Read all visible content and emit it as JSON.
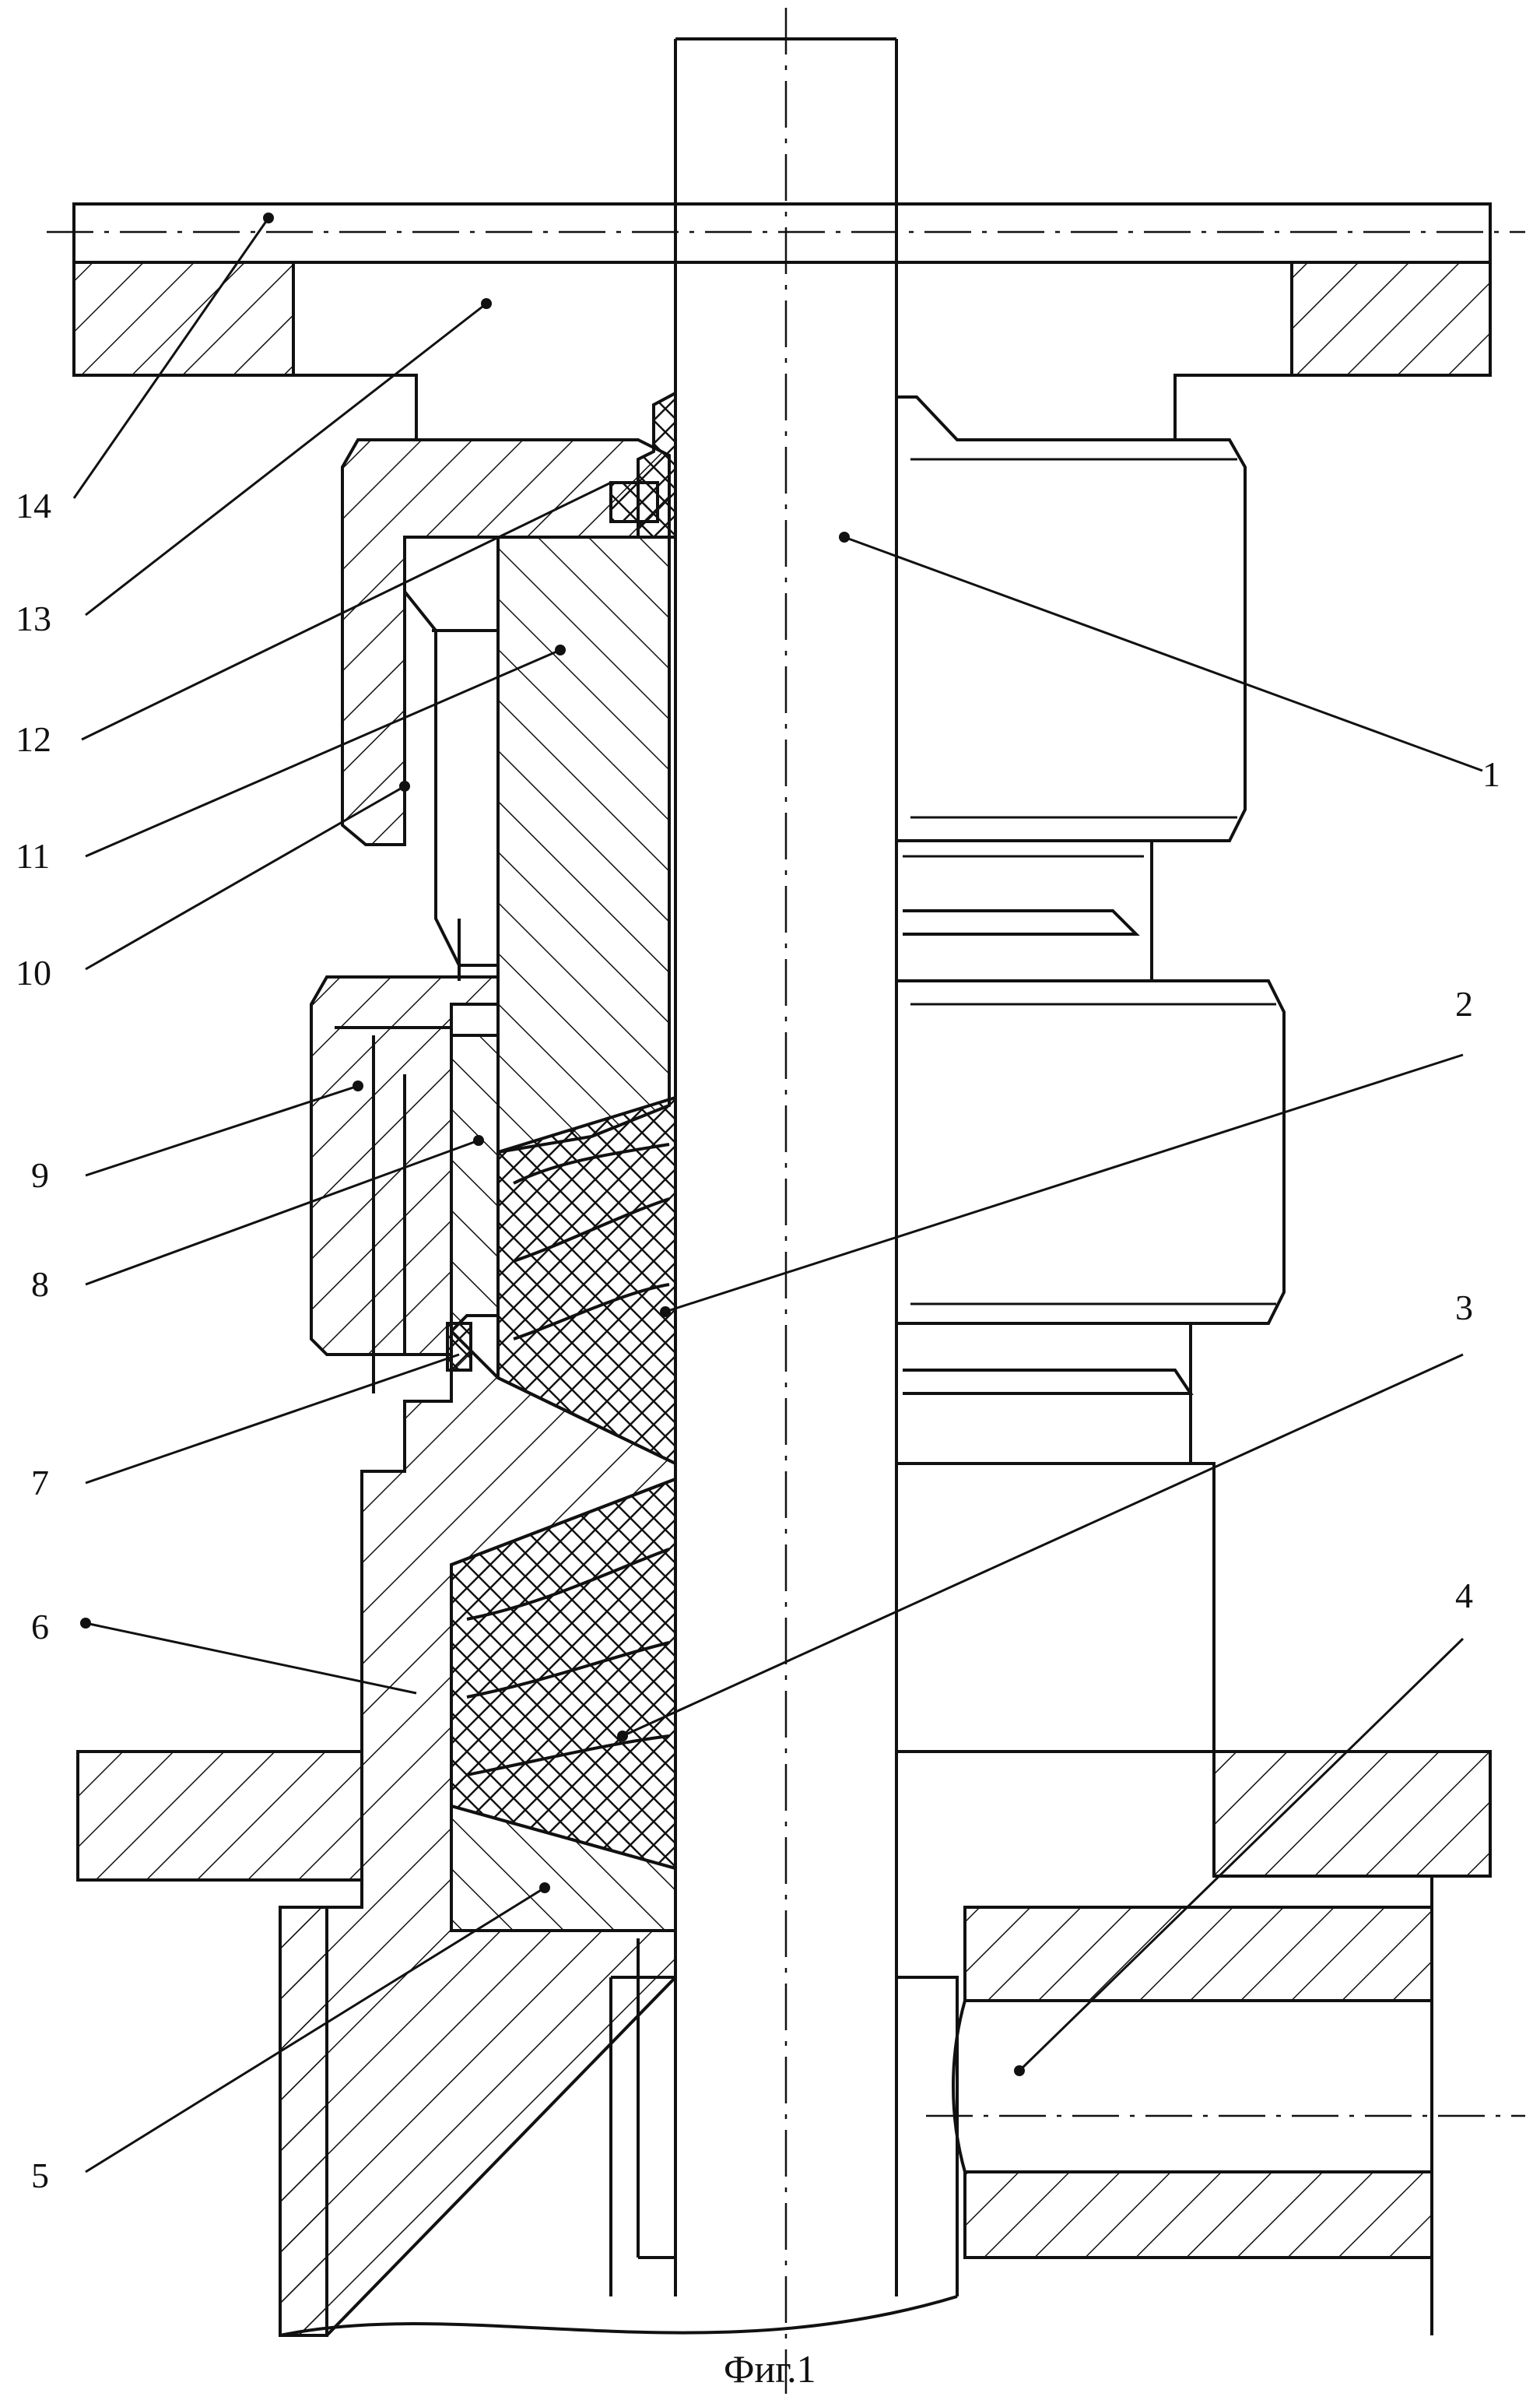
{
  "figure": {
    "caption": "Фиг.1",
    "labels": [
      {
        "id": "1",
        "text": "1"
      },
      {
        "id": "2",
        "text": "2"
      },
      {
        "id": "3",
        "text": "3"
      },
      {
        "id": "4",
        "text": "4"
      },
      {
        "id": "5",
        "text": "5"
      },
      {
        "id": "6",
        "text": "6"
      },
      {
        "id": "7",
        "text": "7"
      },
      {
        "id": "8",
        "text": "8"
      },
      {
        "id": "9",
        "text": "9"
      },
      {
        "id": "10",
        "text": "10"
      },
      {
        "id": "11",
        "text": "11"
      },
      {
        "id": "12",
        "text": "12"
      },
      {
        "id": "13",
        "text": "13"
      },
      {
        "id": "14",
        "text": "14"
      }
    ]
  }
}
